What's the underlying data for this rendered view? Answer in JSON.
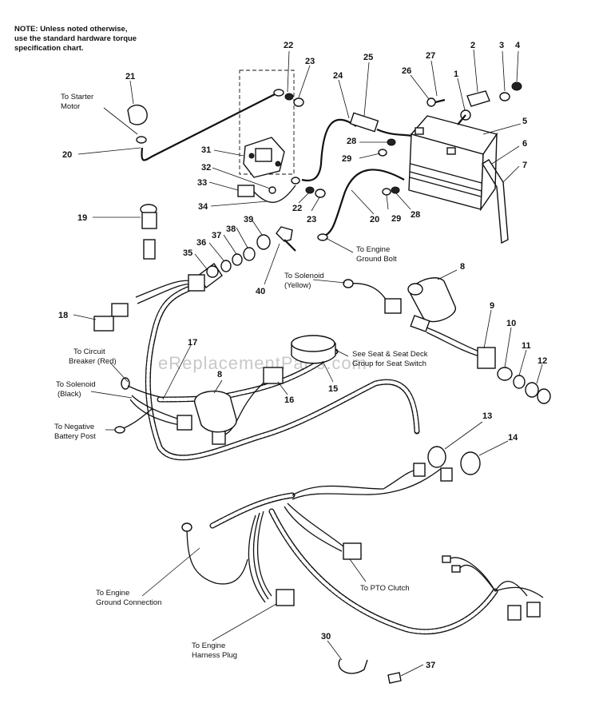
{
  "note": "NOTE: Unless noted otherwise,\nuse the standard hardware torque\nspecification chart.",
  "watermark": "eReplacementParts.com",
  "callouts": [
    {
      "id": "c1",
      "text": "1"
    },
    {
      "id": "c2",
      "text": "2"
    },
    {
      "id": "c3",
      "text": "3"
    },
    {
      "id": "c4",
      "text": "4"
    },
    {
      "id": "c5",
      "text": "5"
    },
    {
      "id": "c6",
      "text": "6"
    },
    {
      "id": "c7",
      "text": "7"
    },
    {
      "id": "c8a",
      "text": "8"
    },
    {
      "id": "c8b",
      "text": "8"
    },
    {
      "id": "c9",
      "text": "9"
    },
    {
      "id": "c10",
      "text": "10"
    },
    {
      "id": "c11",
      "text": "11"
    },
    {
      "id": "c12",
      "text": "12"
    },
    {
      "id": "c13",
      "text": "13"
    },
    {
      "id": "c14",
      "text": "14"
    },
    {
      "id": "c15",
      "text": "15"
    },
    {
      "id": "c16",
      "text": "16"
    },
    {
      "id": "c17",
      "text": "17"
    },
    {
      "id": "c18",
      "text": "18"
    },
    {
      "id": "c19",
      "text": "19"
    },
    {
      "id": "c20a",
      "text": "20"
    },
    {
      "id": "c20b",
      "text": "20"
    },
    {
      "id": "c21",
      "text": "21"
    },
    {
      "id": "c22a",
      "text": "22"
    },
    {
      "id": "c22b",
      "text": "22"
    },
    {
      "id": "c23a",
      "text": "23"
    },
    {
      "id": "c23b",
      "text": "23"
    },
    {
      "id": "c24",
      "text": "24"
    },
    {
      "id": "c25",
      "text": "25"
    },
    {
      "id": "c26",
      "text": "26"
    },
    {
      "id": "c27",
      "text": "27"
    },
    {
      "id": "c28a",
      "text": "28"
    },
    {
      "id": "c28b",
      "text": "28"
    },
    {
      "id": "c29a",
      "text": "29"
    },
    {
      "id": "c29b",
      "text": "29"
    },
    {
      "id": "c30",
      "text": "30"
    },
    {
      "id": "c31",
      "text": "31"
    },
    {
      "id": "c32",
      "text": "32"
    },
    {
      "id": "c33",
      "text": "33"
    },
    {
      "id": "c34",
      "text": "34"
    },
    {
      "id": "c35",
      "text": "35"
    },
    {
      "id": "c36",
      "text": "36"
    },
    {
      "id": "c37a",
      "text": "37"
    },
    {
      "id": "c37b",
      "text": "37"
    },
    {
      "id": "c38",
      "text": "38"
    },
    {
      "id": "c39",
      "text": "39"
    },
    {
      "id": "c40",
      "text": "40"
    }
  ],
  "labels": {
    "to_starter_motor": [
      "To Starter",
      "Motor"
    ],
    "to_engine_ground_bolt": [
      "To Engine",
      "Ground Bolt"
    ],
    "to_solenoid_yellow": [
      "To Solenoid",
      "(Yellow)"
    ],
    "to_circuit_breaker": [
      "To Circuit",
      "Breaker (Red)"
    ],
    "to_solenoid_black": [
      "To Solenoid",
      "(Black)"
    ],
    "to_negative_battery_post": [
      "To Negative",
      "Battery Post"
    ],
    "seat_switch_note": [
      "See Seat & Seat Deck",
      "Group for Seat Switch"
    ],
    "to_pto_clutch": [
      "To PTO Clutch"
    ],
    "to_engine_ground_connection": [
      "To Engine",
      "Ground Connection"
    ],
    "to_engine_harness_plug": [
      "To Engine",
      "Harness Plug"
    ]
  }
}
